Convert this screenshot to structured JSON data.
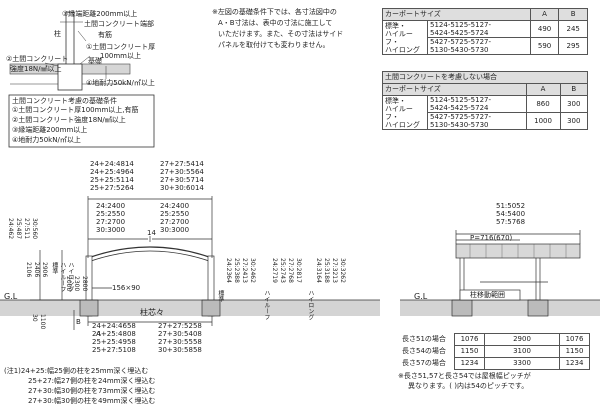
{
  "top_detail": {
    "c1": "③縁端距離200mm以上",
    "c2": "①土間コンクリート厚",
    "c2b": "100mm以上",
    "c3": "②土間コンクリート",
    "c3b": "強度18N/㎟以上",
    "c4": "土間コンクリート端部",
    "c5": "柱",
    "c6": "有筋",
    "c7": "基礎",
    "c8": "④地耐力50kN/㎡以上"
  },
  "conditions": {
    "title": "土間コンクリート考慮の基礎条件",
    "items": [
      "①土間コンクリート厚100mm以上,有筋",
      "②土間コンクリート強度18N/㎟以上",
      "③縁端距離200mm以上",
      "④地耐力50kN/㎡以上"
    ]
  },
  "note": [
    "※左図の基礎条件下では、各寸法図中の",
    "A・B寸法は、表中の寸法に施工して",
    "いただけます。また、その寸法はサイド",
    "パネルを取付けても変わりません。"
  ],
  "table1": {
    "headers": [
      "カーポートサイズ",
      "A",
      "B"
    ],
    "group": [
      "標準・",
      "ハイルーフ・",
      "ハイロング"
    ],
    "rows": [
      {
        "size": [
          "5124-5125-5127-",
          "5424-5425-5724"
        ],
        "a": "490",
        "b": "245"
      },
      {
        "size": [
          "5427-5725-5727-",
          "5130-5430-5730"
        ],
        "a": "590",
        "b": "295"
      }
    ]
  },
  "table2": {
    "title": "土間コンクリートを考慮しない場合",
    "headers": [
      "カーポートサイズ",
      "A",
      "B"
    ],
    "group": [
      "標準・",
      "ハイルーフ・",
      "ハイロング"
    ],
    "rows": [
      {
        "size": [
          "5124-5125-5127-",
          "5424-5425-5724"
        ],
        "a": "860",
        "b": "300"
      },
      {
        "size": [
          "5427-5725-5727-",
          "5130-5430-5730"
        ],
        "a": "1000",
        "b": "300"
      }
    ]
  },
  "front": {
    "top_left": [
      "24+24:4814",
      "24+25:4964",
      "25+25:5114",
      "25+27:5264"
    ],
    "top_right": [
      "27+27:5414",
      "27+30:5564",
      "27+30:5714",
      "30+30:6014"
    ],
    "inner_left": [
      "24:2400",
      "25:2550",
      "27:2700",
      "30:3000"
    ],
    "inner_right": [
      "24:2400",
      "25:2550",
      "27:2700",
      "30:3000"
    ],
    "center_dim": "14",
    "left_heights": [
      "24:462",
      "25:487",
      "27:511",
      "30:560"
    ],
    "small_heights": [
      "2106",
      "2406",
      "2906"
    ],
    "height_labels": [
      "標準",
      "ハイルーフ",
      "ハイロング"
    ],
    "height_values": [
      "2000",
      "2300",
      "2800"
    ],
    "post_label": "156×90",
    "gl": "G.L",
    "axis": "柱芯々",
    "right_labels": [
      "標準",
      "ハイルーフ",
      "ハイロング"
    ],
    "right_col1": [
      "24:2364",
      "25:2388",
      "27:2413",
      "30:2462"
    ],
    "right_col2": [
      "24:2719",
      "25:2743",
      "27:2768",
      "30:2817"
    ],
    "right_col3": [
      "24:3164",
      "25:3188",
      "27:3213",
      "30:3262"
    ],
    "ground_a": "A",
    "ground_b": "B",
    "ground_dim": "30",
    "ground_depth": "1100",
    "bottom_left": [
      "24+24:4658",
      "24+25:4808",
      "25+25:4958",
      "25+27:5108"
    ],
    "bottom_right": [
      "27+27:5258",
      "27+30:5408",
      "27+30:5558",
      "30+30:5858"
    ]
  },
  "side": {
    "top": [
      "51:5052",
      "54:5400",
      "57:5768"
    ],
    "pitch": "P=716(670)",
    "gl": "G.L",
    "sign": "柱移動範囲",
    "rows": [
      {
        "label": "長さ51の場合",
        "v1": "1076",
        "v2": "2900",
        "v3": "1076"
      },
      {
        "label": "長さ54の場合",
        "v1": "1150",
        "v2": "3100",
        "v3": "1150"
      },
      {
        "label": "長さ57の場合",
        "v1": "1234",
        "v2": "3300",
        "v3": "1234"
      }
    ],
    "note": [
      "※長さ51,57と長さ54では屋根幅ピッチが",
      "異なります。( )内は54のピッチです。"
    ]
  },
  "footnotes": [
    "(注1)24+25:幅25側の柱を25mm深く埋込む",
    "25+27:幅27側の柱を24mm深く埋込む",
    "27+30:幅30側の柱を73mm深く埋込む",
    "27+30:幅30側の柱を49mm深く埋込む"
  ]
}
